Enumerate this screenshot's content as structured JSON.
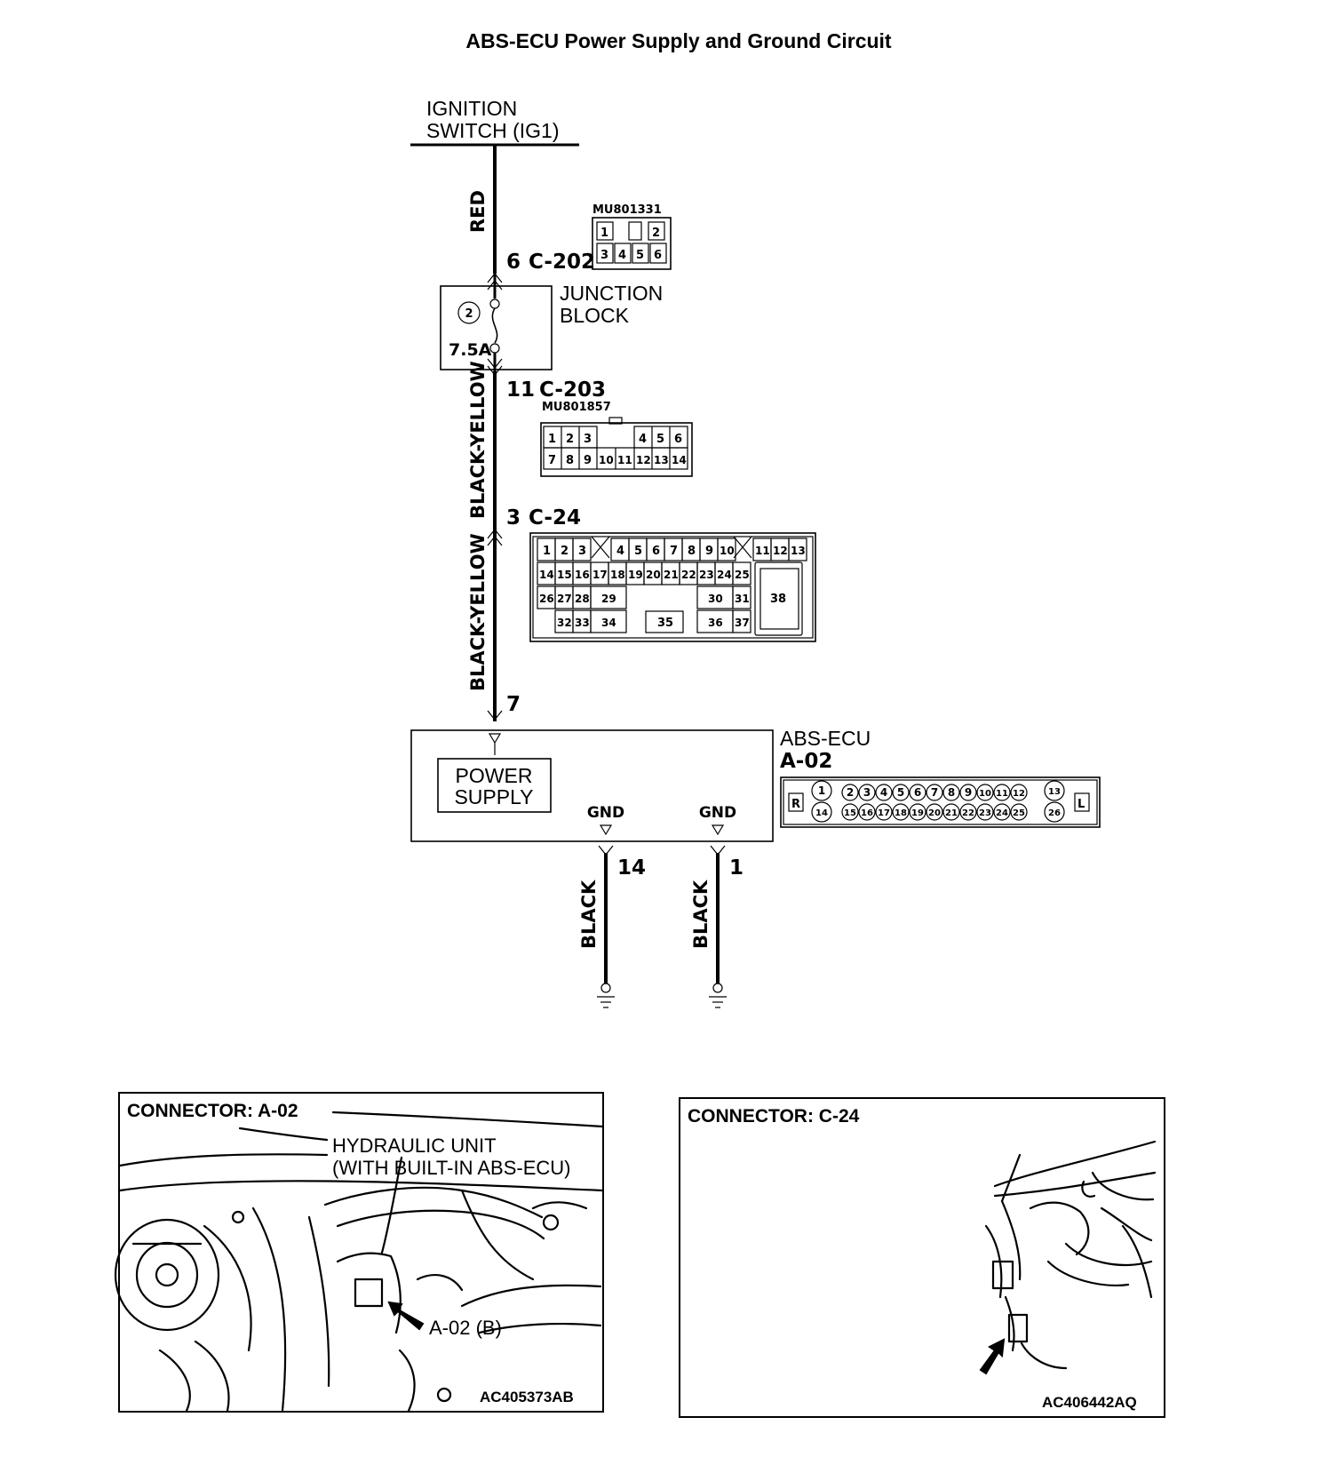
{
  "title": "ABS-ECU Power Supply and Ground Circuit",
  "source": {
    "line1": "IGNITION",
    "line2": "SWITCH (IG1)"
  },
  "wires": {
    "red": "RED",
    "black_yellow_upper": "BLACK-YELLOW",
    "black_yellow_lower": "BLACK-YELLOW",
    "black_left": "BLACK",
    "black_right": "BLACK"
  },
  "connectors": {
    "c202": {
      "pin": "6",
      "id": "C-202",
      "part": "MU801331",
      "pins": [
        "1",
        "2",
        "3",
        "4",
        "5",
        "6"
      ]
    },
    "c203": {
      "pin": "11",
      "id": "C-203",
      "part": "MU801857",
      "pins_top": [
        "1",
        "2",
        "3",
        "4",
        "5",
        "6"
      ],
      "pins_bottom": [
        "7",
        "8",
        "9",
        "10",
        "11",
        "12",
        "13",
        "14"
      ]
    },
    "c24": {
      "pin": "3",
      "id": "C-24",
      "row1": [
        "1",
        "2",
        "3",
        "4",
        "5",
        "6",
        "7",
        "8",
        "9",
        "10",
        "11",
        "12",
        "13"
      ],
      "row2": [
        "14",
        "15",
        "16",
        "17",
        "18",
        "19",
        "20",
        "21",
        "22",
        "23",
        "24",
        "25"
      ],
      "row3": [
        "26",
        "27",
        "28",
        "29",
        "30",
        "31"
      ],
      "row4": [
        "32",
        "33",
        "34",
        "35",
        "36",
        "37"
      ],
      "big": "38"
    },
    "a02_pin": "7"
  },
  "junction_block": {
    "label1": "JUNCTION",
    "label2": "BLOCK",
    "fuse_no": "2",
    "rating": "7.5A"
  },
  "ecu": {
    "name": "ABS-ECU",
    "connector": "A-02",
    "power_line1": "POWER",
    "power_line2": "SUPPLY",
    "gnd_left": "GND",
    "gnd_right": "GND",
    "pin_left": "14",
    "pin_right": "1",
    "conn_left_tag": "R",
    "conn_right_tag": "L",
    "conn_row1": [
      "1",
      "2",
      "3",
      "4",
      "5",
      "6",
      "7",
      "8",
      "9",
      "10",
      "11",
      "12",
      "13"
    ],
    "conn_row2": [
      "14",
      "15",
      "16",
      "17",
      "18",
      "19",
      "20",
      "21",
      "22",
      "23",
      "24",
      "25",
      "26"
    ]
  },
  "panels": {
    "left": {
      "title": "CONNECTOR: A-02",
      "note1": "HYDRAULIC UNIT",
      "note2": "(WITH BUILT-IN ABS-ECU)",
      "callout": "A-02 (B)",
      "ref": "AC405373AB"
    },
    "right": {
      "title": "CONNECTOR: C-24",
      "ref": "AC406442AQ"
    }
  }
}
